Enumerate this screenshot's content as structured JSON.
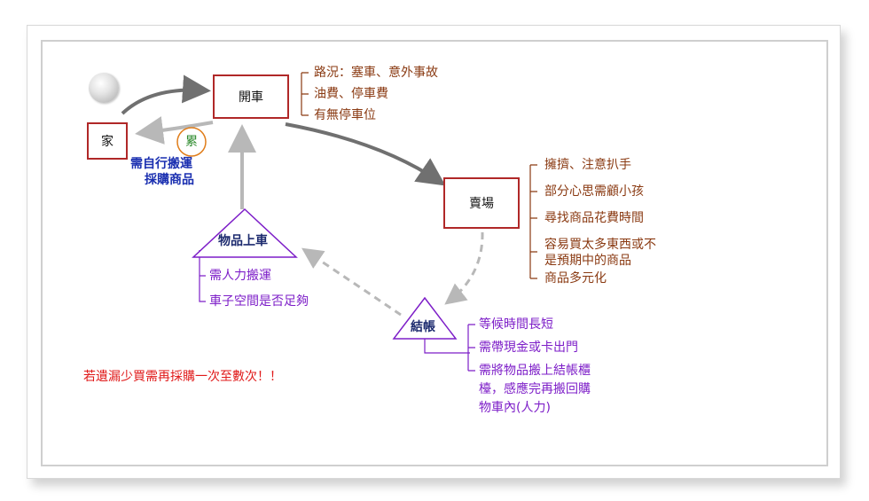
{
  "nodes": {
    "home": "家",
    "drive": "開車",
    "store": "賣場",
    "load_car": "物品上車",
    "checkout": "結帳",
    "tired": "累"
  },
  "drive_notes": [
    "路況：塞車、意外事故",
    "油費、停車費",
    "有無停車位"
  ],
  "home_notes": [
    "需自行搬運",
    "採購商品"
  ],
  "store_notes": [
    "擁擠、注意扒手",
    "部分心思需顧小孩",
    "尋找商品花費時間",
    "容易買太多東西或不",
    "是預期中的商品",
    "商品多元化"
  ],
  "load_notes": [
    "需人力搬運",
    "車子空間是否足夠"
  ],
  "checkout_notes": [
    "等候時間長短",
    "需帶現金或卡出門",
    "需將物品搬上結帳櫃",
    "檯，感應完再搬回購",
    "物車內(人力)"
  ],
  "warning": "若遺漏少買需再採購一次至數次！！",
  "colors": {
    "box_border": "#b02828",
    "brown_text": "#8a3a12",
    "blue_text": "#1a2fb0",
    "purple_text": "#7d1ec8",
    "red_text": "#e01a1a",
    "arrow_gray": "#808080"
  }
}
